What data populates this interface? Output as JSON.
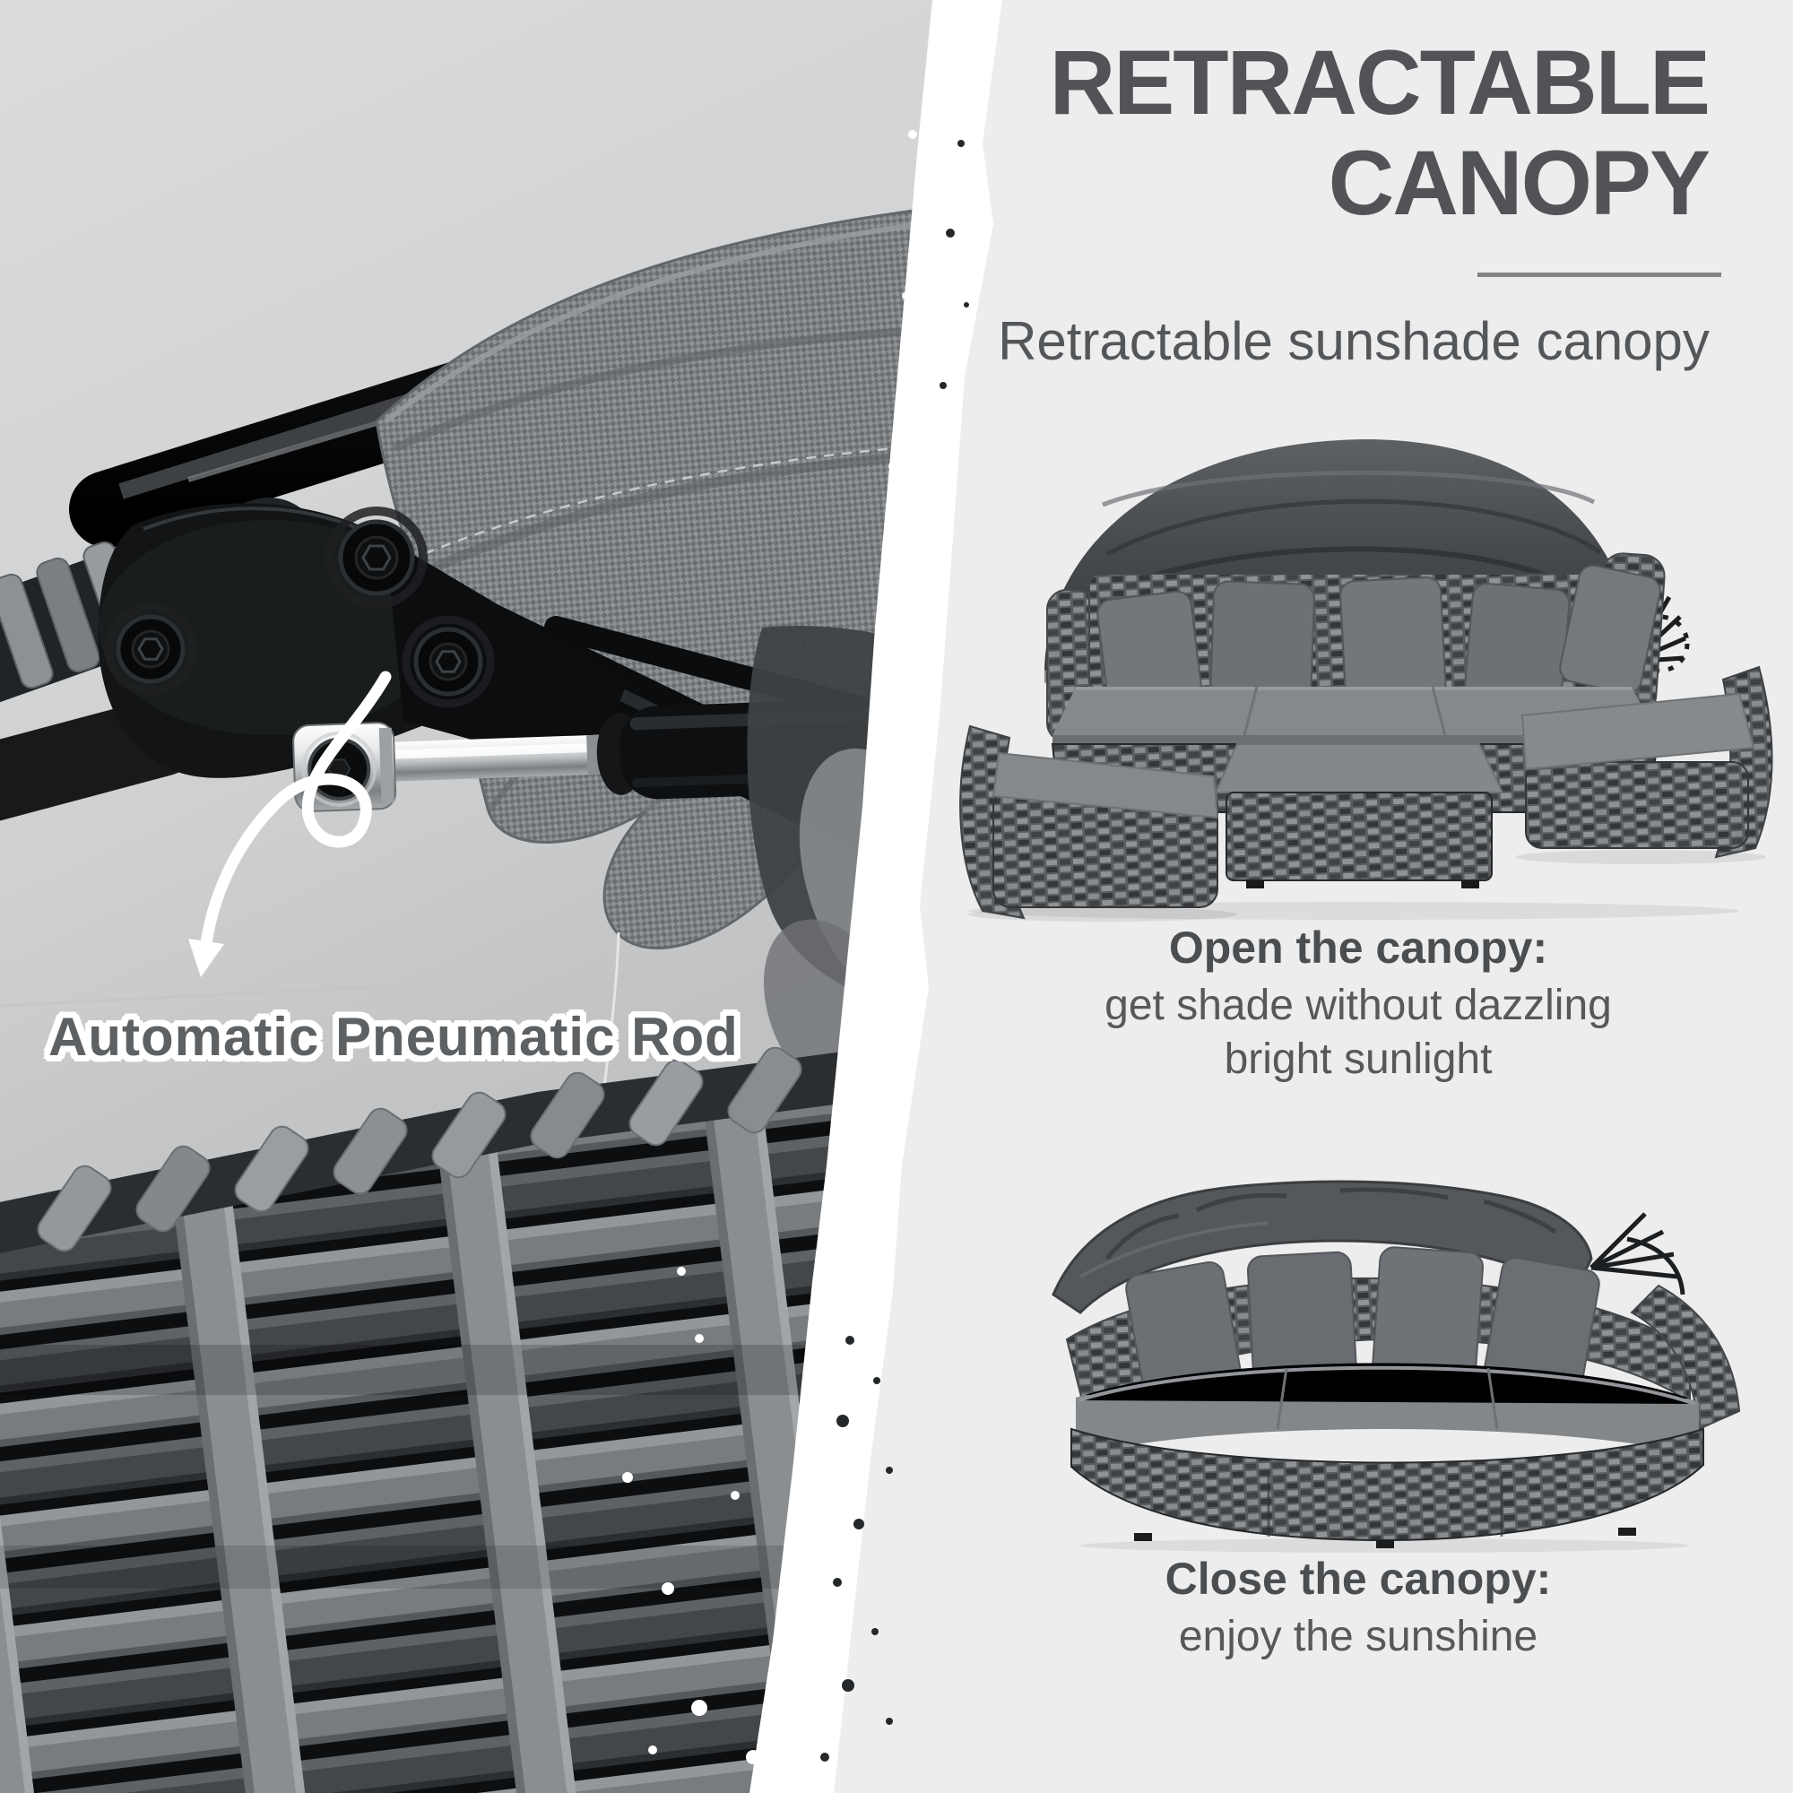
{
  "left_photo": {
    "caption": "Automatic Pneumatic Rod"
  },
  "right_panel": {
    "title_line1": "RETRACTABLE",
    "title_line2": "CANOPY",
    "subtitle": "Retractable sunshade canopy",
    "sections": [
      {
        "id": "open",
        "illustration": "daybed-canopy-open",
        "heading": "Open the canopy:",
        "body_line1": "get shade without dazzling",
        "body_line2": "bright sunlight"
      },
      {
        "id": "close",
        "illustration": "daybed-canopy-closed",
        "heading": "Close the canopy:",
        "body_line1": "enjoy the sunshine",
        "body_line2": ""
      }
    ]
  },
  "colors": {
    "panel_bg": "#ededee",
    "title": "#515356",
    "divider": "#838585",
    "subtitle": "#54575a",
    "heading": "#4b4e50",
    "body": "#565859",
    "caption": "#5e6163",
    "caption_outline": "#ffffff",
    "canopy_fabric": "#4a4d50",
    "cushion": "#84888b",
    "wicker_light": "#8a8e91",
    "wicker_dark": "#2c2f32"
  }
}
